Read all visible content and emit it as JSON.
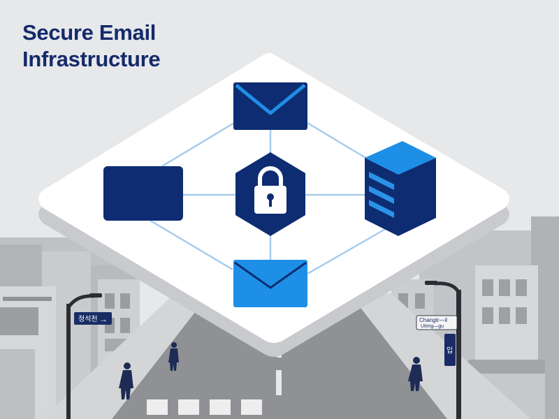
{
  "title": {
    "line1": "Secure Email",
    "line2": "Infrastructure"
  },
  "signs": {
    "left": "청석천",
    "right_line1": "Changtr—il",
    "right_line2": "Uitmg—gu",
    "right_vertical": "입"
  },
  "colors": {
    "navy": "#0e2c72",
    "blue": "#1e8fe6",
    "connector": "#a8cdee",
    "platform": "#ffffff",
    "title": "#142a6b"
  },
  "icons": {
    "top_node": "envelope-icon",
    "left_node": "blank-panel-icon",
    "center_node": "padlock-icon",
    "right_node": "server-icon",
    "bottom_node": "envelope-icon"
  }
}
